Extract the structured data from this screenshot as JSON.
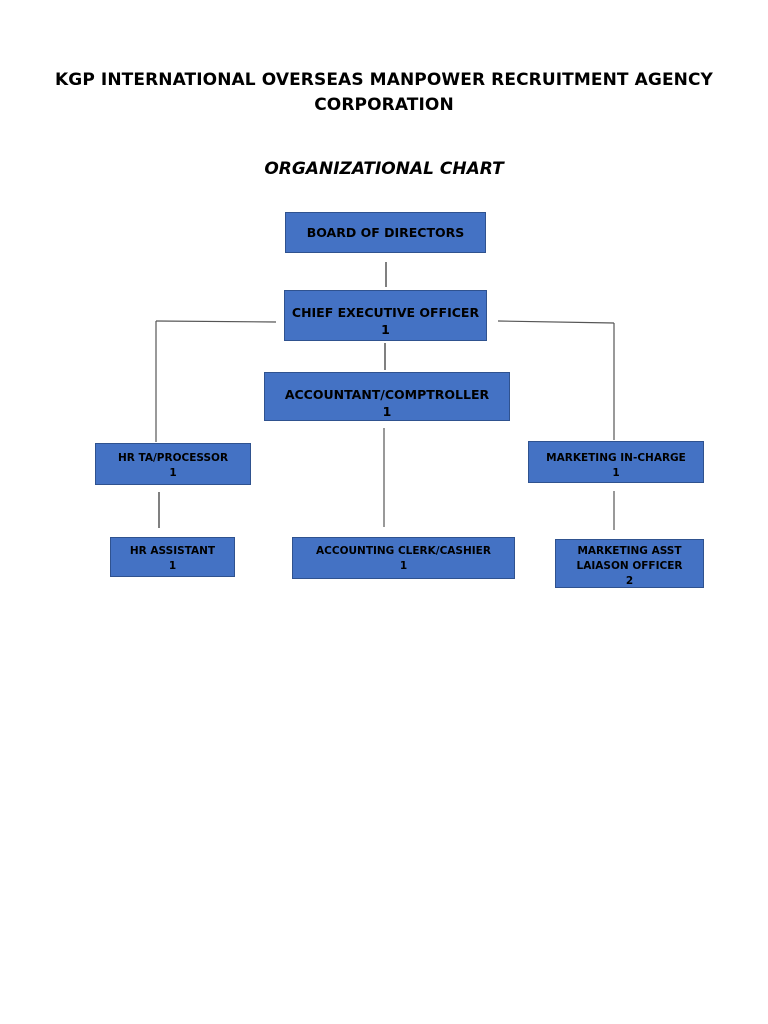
{
  "header": {
    "title_line1": "KGP INTERNATIONAL OVERSEAS MANPOWER RECRUITMENT AGENCY",
    "title_line2": "CORPORATION",
    "subtitle": "ORGANIZATIONAL CHART"
  },
  "colors": {
    "box_fill": "#4472c4",
    "box_border": "#2f528f",
    "connector": "#555555"
  },
  "org_chart": {
    "board": {
      "label": "BOARD OF DIRECTORS",
      "count": ""
    },
    "ceo": {
      "label": "CHIEF EXECUTIVE OFFICER",
      "count": "1"
    },
    "accountant": {
      "label": "ACCOUNTANT/COMPTROLLER",
      "count": "1"
    },
    "hr_ta": {
      "label": "HR TA/PROCESSOR",
      "count": "1"
    },
    "marketing": {
      "label": "MARKETING IN-CHARGE",
      "count": "1"
    },
    "hr_assistant": {
      "label": "HR ASSISTANT",
      "count": "1"
    },
    "accounting_clerk": {
      "label": "ACCOUNTING CLERK/CASHIER",
      "count": "1"
    },
    "marketing_asst": {
      "label_line1": "MARKETING ASST",
      "label_line2": "LAIASON OFFICER",
      "count": "2"
    }
  }
}
